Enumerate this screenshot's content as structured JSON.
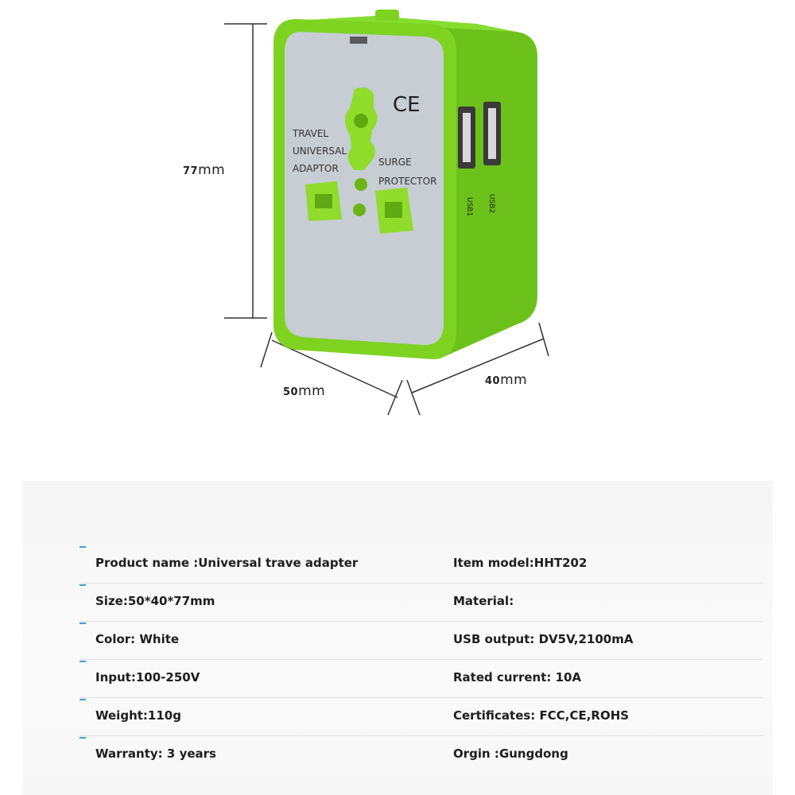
{
  "dimensions": {
    "height_num": "77",
    "height_unit": "mm",
    "width_num": "50",
    "width_unit": "mm",
    "depth_num": "40",
    "depth_unit": "mm"
  },
  "product_markings": {
    "ce": "CE",
    "left_text": [
      "TRAVEL",
      "UNIVERSAL",
      "ADAPTOR"
    ],
    "right_text": [
      "SURGE",
      "PROTECTOR"
    ],
    "usb1": "USB1",
    "usb2": "USB2"
  },
  "colors": {
    "body_green": "#7ed321",
    "face_gray": "#c4ccd2",
    "socket_green": "#8fdc2b"
  },
  "specs": [
    {
      "left_label": "Product name :",
      "left_value": "Universal trave adapter",
      "right_label": "Item model:",
      "right_value": "HHT202"
    },
    {
      "left_label": "Size:",
      "left_value": "50*40*77mm",
      "right_label": "Material:",
      "right_value": ""
    },
    {
      "left_label": "Color: ",
      "left_value": "White",
      "right_label": "USB output: ",
      "right_value": "DV5V,2100mA"
    },
    {
      "left_label": "Input:",
      "left_value": "100-250V",
      "right_label": "Rated current: ",
      "right_value": "10A"
    },
    {
      "left_label": "Weight:",
      "left_value": "110g",
      "right_label": "Certificates: ",
      "right_value": "FCC,CE,ROHS"
    },
    {
      "left_label": "Warranty: ",
      "left_value": "3 years",
      "right_label": "Orgin :",
      "right_value": "Gungdong"
    }
  ]
}
